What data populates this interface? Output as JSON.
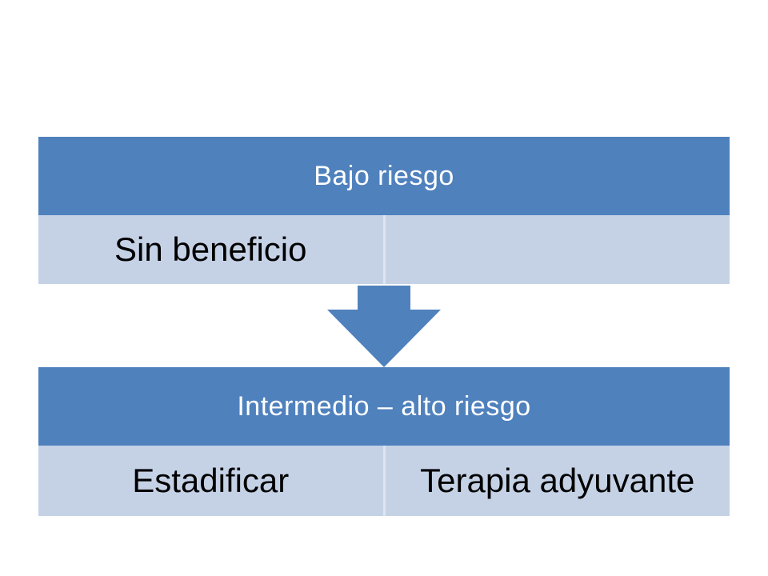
{
  "diagram": {
    "top_block": {
      "header": "Bajo riesgo",
      "cells": [
        "Sin beneficio",
        ""
      ]
    },
    "bottom_block": {
      "header": "Intermedio – alto riesgo",
      "cells": [
        "Estadificar",
        "Terapia adyuvante"
      ]
    },
    "colors": {
      "header_bg": "#4f81bd",
      "cell_bg": "#c5d2e6",
      "arrow": "#4f81bd"
    },
    "icons": {
      "connector": "down-arrow-icon"
    }
  }
}
